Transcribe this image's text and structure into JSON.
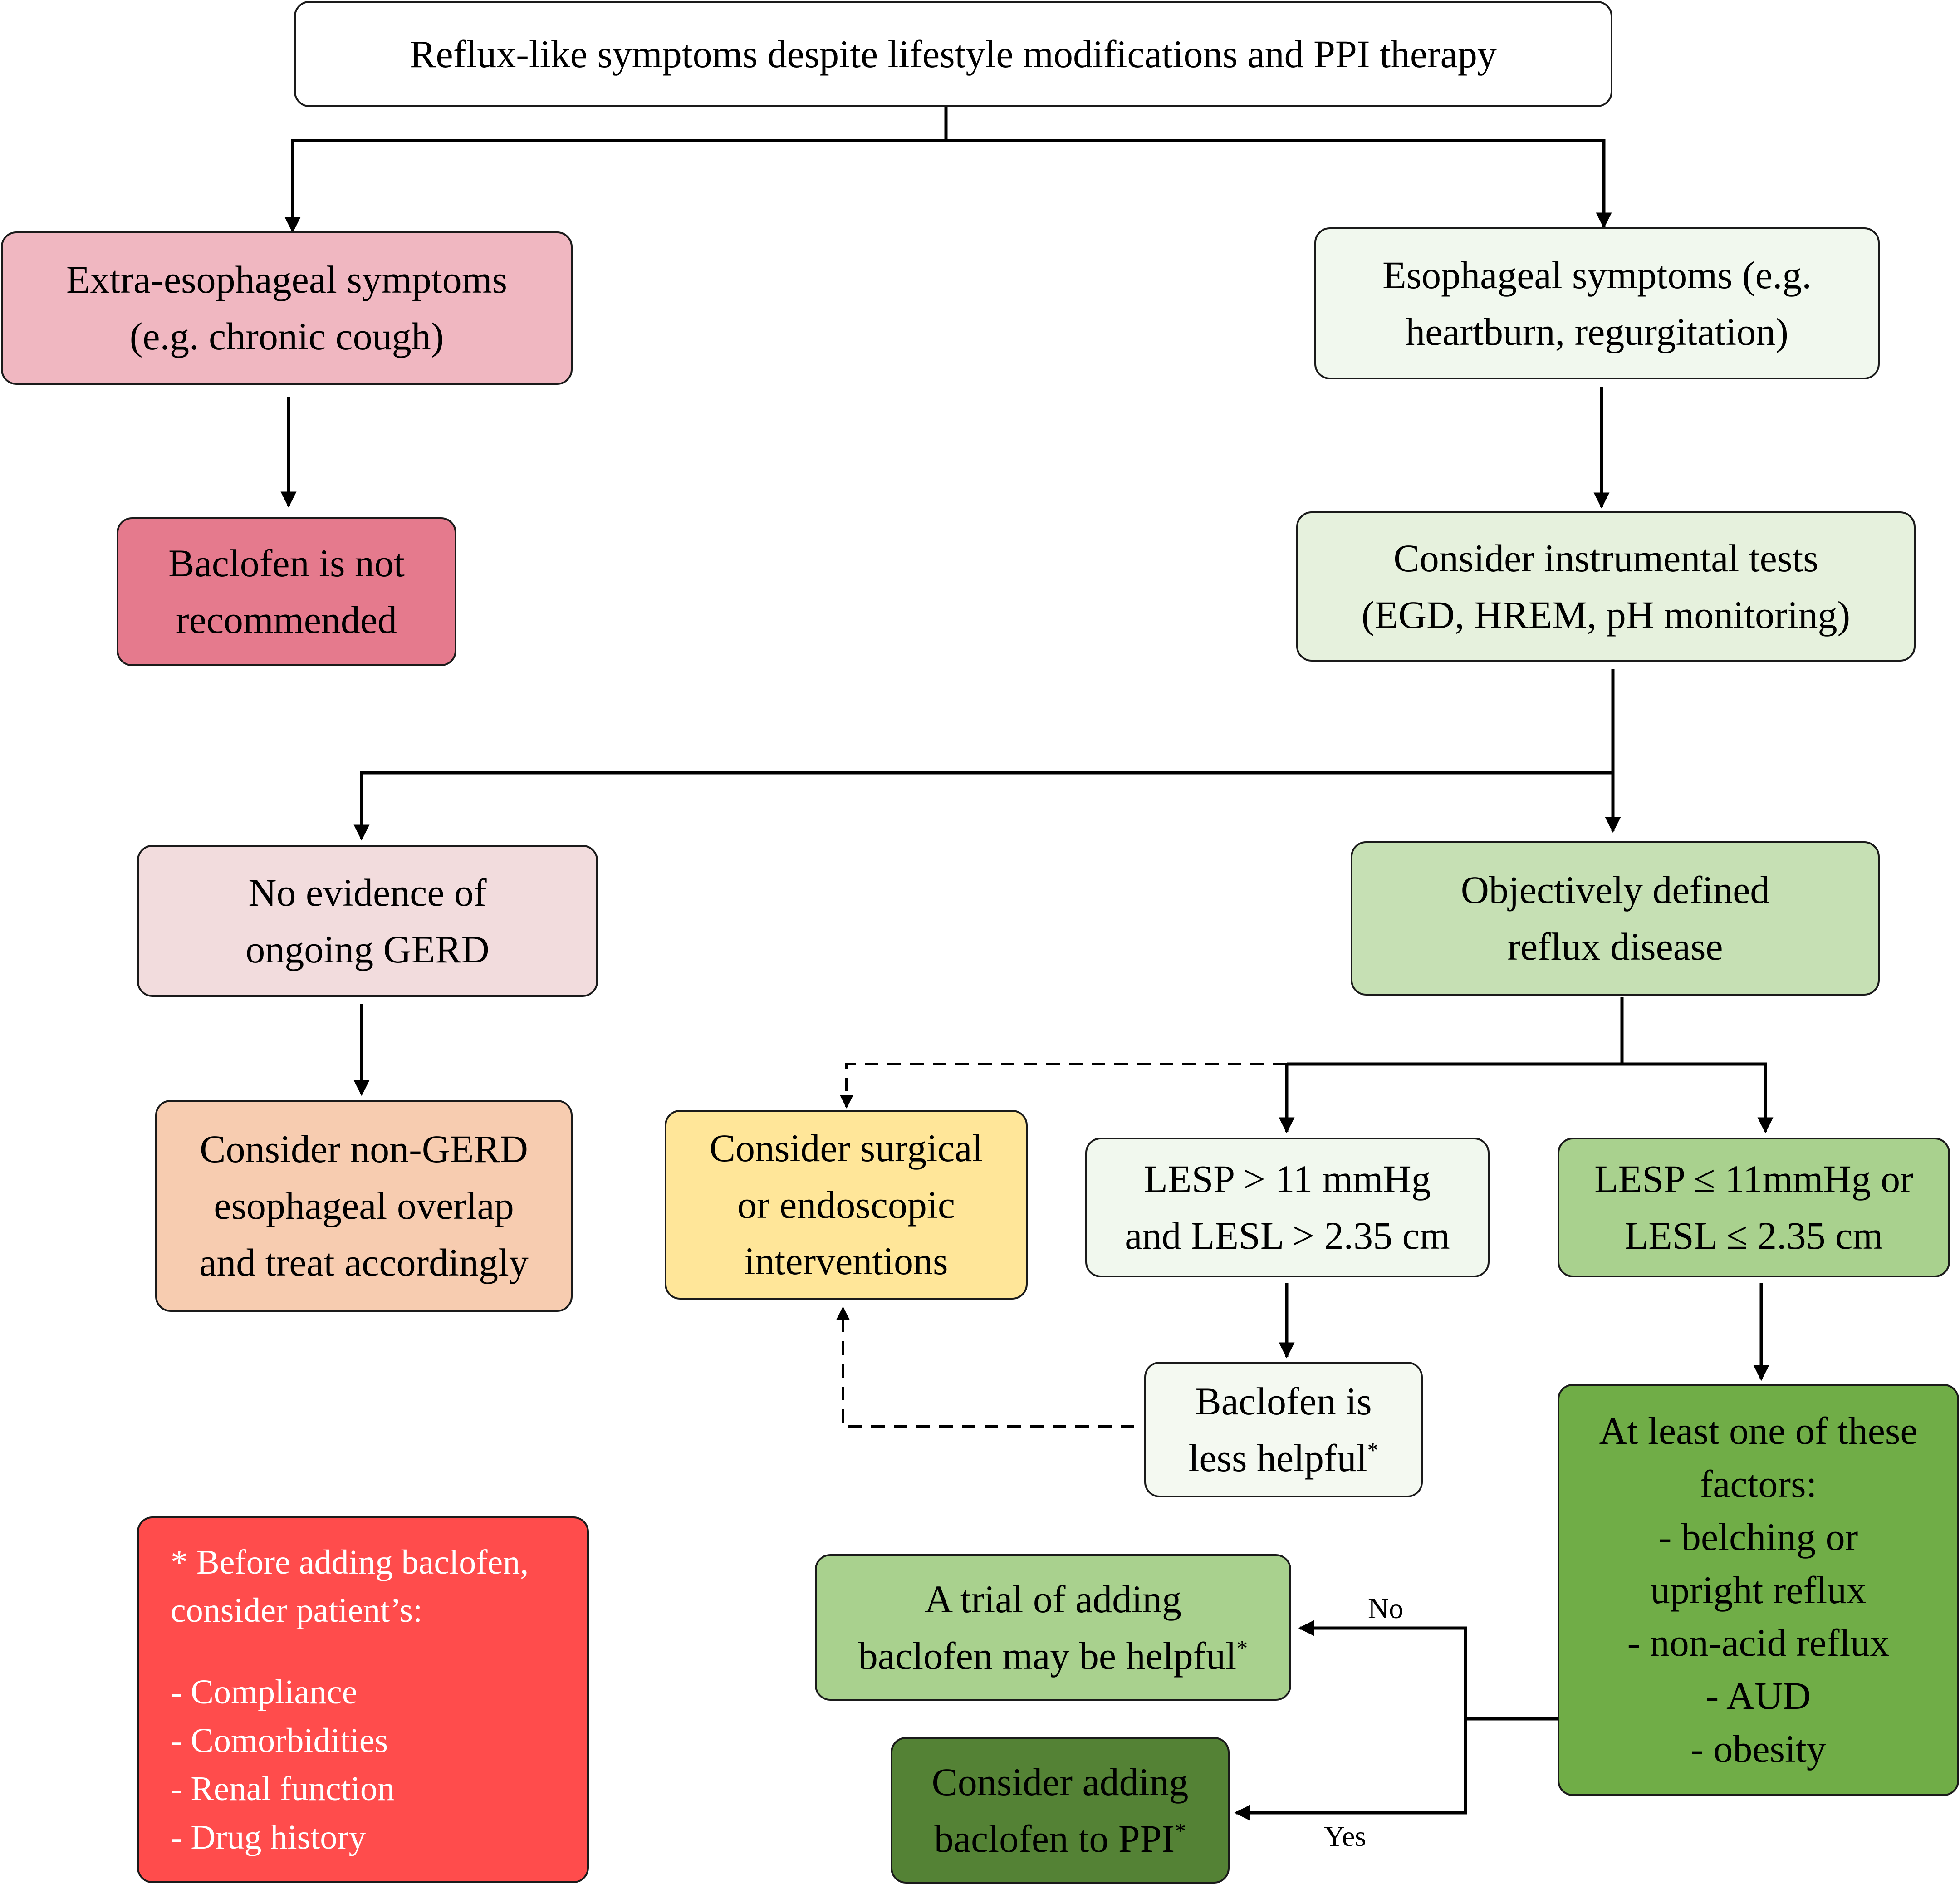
{
  "colors": {
    "top": "#ffffff",
    "extra_esophageal": "#f0b7c1",
    "not_recommended": "#e57a8d",
    "esophageal": "#f1f8ee",
    "instrumental": "#e6f1dd",
    "no_evidence": "#f2dcdd",
    "non_gerd": "#f7ccb0",
    "objective": "#c6e0b4",
    "surgical": "#ffe699",
    "lesp_high": "#f1f8ee",
    "lesp_low": "#a9d18e",
    "less_helpful": "#f4f9f1",
    "factors": "#70ad47",
    "trial": "#a9d18e",
    "consider_adding": "#548235",
    "notes": "#ff4c4c"
  },
  "nodes": {
    "top": {
      "lines": [
        "Reflux-like symptoms despite lifestyle modifications and PPI therapy"
      ]
    },
    "extra_esophageal": {
      "lines": [
        "Extra-esophageal symptoms",
        "(e.g. chronic cough)"
      ]
    },
    "not_recommended": {
      "lines": [
        "Baclofen is not",
        "recommended"
      ]
    },
    "esophageal": {
      "lines": [
        "Esophageal symptoms (e.g.",
        "heartburn, regurgitation)"
      ]
    },
    "instrumental": {
      "lines": [
        "Consider instrumental tests",
        "(EGD, HREM, pH monitoring)"
      ]
    },
    "no_evidence": {
      "lines": [
        "No evidence of",
        "ongoing GERD"
      ]
    },
    "non_gerd": {
      "lines": [
        "Consider non-GERD",
        "esophageal overlap",
        "and treat accordingly"
      ]
    },
    "objective": {
      "lines": [
        "Objectively defined",
        "reflux disease"
      ]
    },
    "surgical": {
      "lines": [
        "Consider surgical",
        "or endoscopic",
        "interventions"
      ]
    },
    "lesp_high": {
      "lines": [
        "LESP > 11 mmHg",
        "and LESL > 2.35 cm"
      ]
    },
    "lesp_low": {
      "lines": [
        "LESP ≤ 11mmHg or",
        "LESL ≤ 2.35 cm"
      ]
    },
    "less_helpful": {
      "lines": [
        "Baclofen is",
        "less helpful"
      ],
      "mark": "*"
    },
    "factors": {
      "lines": [
        "At least one of these",
        "factors:",
        "- belching or",
        "upright reflux",
        "- non-acid reflux",
        "- AUD",
        "- obesity"
      ]
    },
    "trial": {
      "lines": [
        "A trial of adding",
        "baclofen may be helpful"
      ],
      "mark": "*"
    },
    "consider_adding": {
      "lines": [
        "Consider adding",
        "baclofen to PPI"
      ],
      "mark": "*"
    }
  },
  "notes": {
    "header": [
      "* Before adding baclofen,",
      "consider patient’s:"
    ],
    "items": [
      "- Compliance",
      "- Comorbidities",
      "- Renal function",
      "- Drug history"
    ]
  },
  "edge_labels": {
    "no": "No",
    "yes": "Yes"
  }
}
